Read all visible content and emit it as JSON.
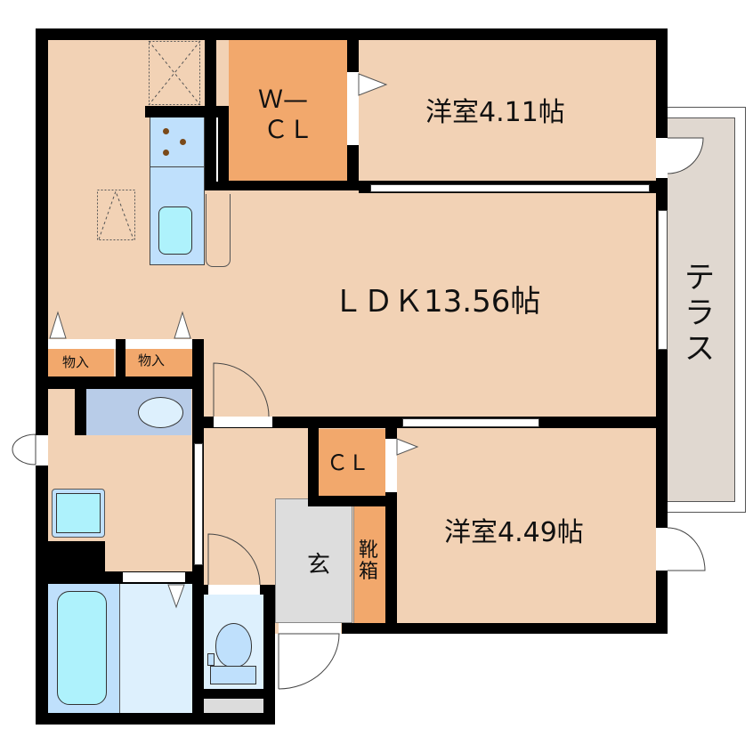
{
  "floorplan": {
    "rooms": {
      "western_room_1": {
        "label": "洋室4.11帖"
      },
      "western_room_2": {
        "label": "洋室4.49帖"
      },
      "ldk": {
        "label": "ＬＤＫ13.56帖"
      },
      "walk_in_closet": {
        "label_line1": "Ｗ—",
        "label_line2": "ＣＬ"
      },
      "closet": {
        "label": "ＣＬ"
      },
      "storage_1": {
        "label": "物入"
      },
      "storage_2": {
        "label": "物入"
      },
      "entrance": {
        "label": "玄"
      },
      "shoe_box": {
        "label_line1": "靴",
        "label_line2": "箱"
      },
      "terrace": {
        "label": "テラス"
      }
    },
    "colors": {
      "floor": "#f2d2b5",
      "closet": "#f2a86c",
      "terrace": "#e0d8d0",
      "entrance": "#dddddd",
      "kitchen": "#bfe0fc",
      "bath": "#bfe0fc",
      "wet_area": "#ddf0fd",
      "wall": "#000000"
    }
  }
}
